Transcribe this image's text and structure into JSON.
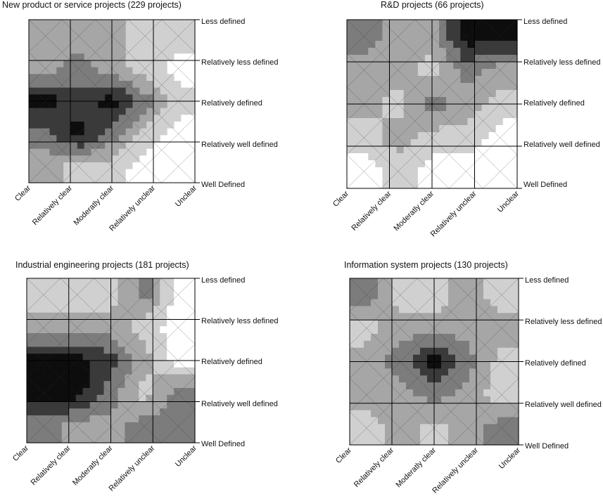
{
  "chart_data": [
    {
      "type": "heatmap",
      "title": "New product or service projects (229 projects)",
      "x_categories": [
        "Clear",
        "Relatively clear",
        "Moderatly clear",
        "Relatively unclear",
        "Unclear"
      ],
      "y_categories": [
        "Less defined",
        "Relatively less defined",
        "Relatively defined",
        "Relatively well defined",
        "Well Defined"
      ],
      "shade_levels": [
        "#ffffff",
        "#d0d0d0",
        "#a6a6a6",
        "#7c7c7c",
        "#3a3a3a",
        "#0d0d0d"
      ],
      "values": [
        [
          2,
          2,
          2,
          1,
          1
        ],
        [
          2,
          3,
          2,
          1,
          0
        ],
        [
          5,
          4,
          5,
          3,
          1
        ],
        [
          3,
          5,
          3,
          1,
          0
        ],
        [
          2,
          1,
          1,
          0,
          0
        ]
      ]
    },
    {
      "type": "heatmap",
      "title": "R&D projects (66 projects)",
      "x_categories": [
        "Clear",
        "Relatively clear",
        "Moderatly clear",
        "Relatively unclear",
        "Unclear"
      ],
      "y_categories": [
        "Less defined",
        "Relatively less defined",
        "Relatively defined",
        "Relatively well defined",
        "Well Defined"
      ],
      "shade_levels": [
        "#ffffff",
        "#d0d0d0",
        "#a6a6a6",
        "#7c7c7c",
        "#3a3a3a",
        "#0d0d0d"
      ],
      "values": [
        [
          3,
          2,
          2,
          5,
          5
        ],
        [
          2,
          2,
          1,
          3,
          2
        ],
        [
          2,
          1,
          3,
          2,
          1
        ],
        [
          1,
          2,
          1,
          1,
          0
        ],
        [
          0,
          1,
          0,
          0,
          0
        ]
      ]
    },
    {
      "type": "heatmap",
      "title": "Industrial engineering projects (181 projects)",
      "x_categories": [
        "Clear",
        "Relatively clear",
        "Moderatly clear",
        "Relatively unclear",
        "Unclear"
      ],
      "y_categories": [
        "Less defined",
        "Relatively less defined",
        "Relatively defined",
        "Relatively well defined",
        "Well Defined"
      ],
      "shade_levels": [
        "#ffffff",
        "#d0d0d0",
        "#a6a6a6",
        "#7c7c7c",
        "#3a3a3a",
        "#0d0d0d"
      ],
      "values": [
        [
          1,
          1,
          1,
          3,
          0
        ],
        [
          2,
          2,
          2,
          1,
          0
        ],
        [
          5,
          5,
          4,
          2,
          0
        ],
        [
          5,
          5,
          3,
          1,
          3
        ],
        [
          3,
          2,
          2,
          3,
          3
        ]
      ]
    },
    {
      "type": "heatmap",
      "title": "Information system projects (130 projects)",
      "x_categories": [
        "Clear",
        "Relatively clear",
        "Moderatly clear",
        "Relatively unclear",
        "Unclear"
      ],
      "y_categories": [
        "Less defined",
        "Relatively less defined",
        "Relatively defined",
        "Relatively well defined",
        "Well Defined"
      ],
      "shade_levels": [
        "#ffffff",
        "#d0d0d0",
        "#a6a6a6",
        "#7c7c7c",
        "#3a3a3a",
        "#0d0d0d"
      ],
      "values": [
        [
          3,
          1,
          1,
          2,
          1
        ],
        [
          1,
          2,
          2,
          2,
          2
        ],
        [
          2,
          3,
          5,
          3,
          1
        ],
        [
          2,
          2,
          3,
          2,
          1
        ],
        [
          1,
          2,
          1,
          2,
          3
        ]
      ]
    }
  ]
}
